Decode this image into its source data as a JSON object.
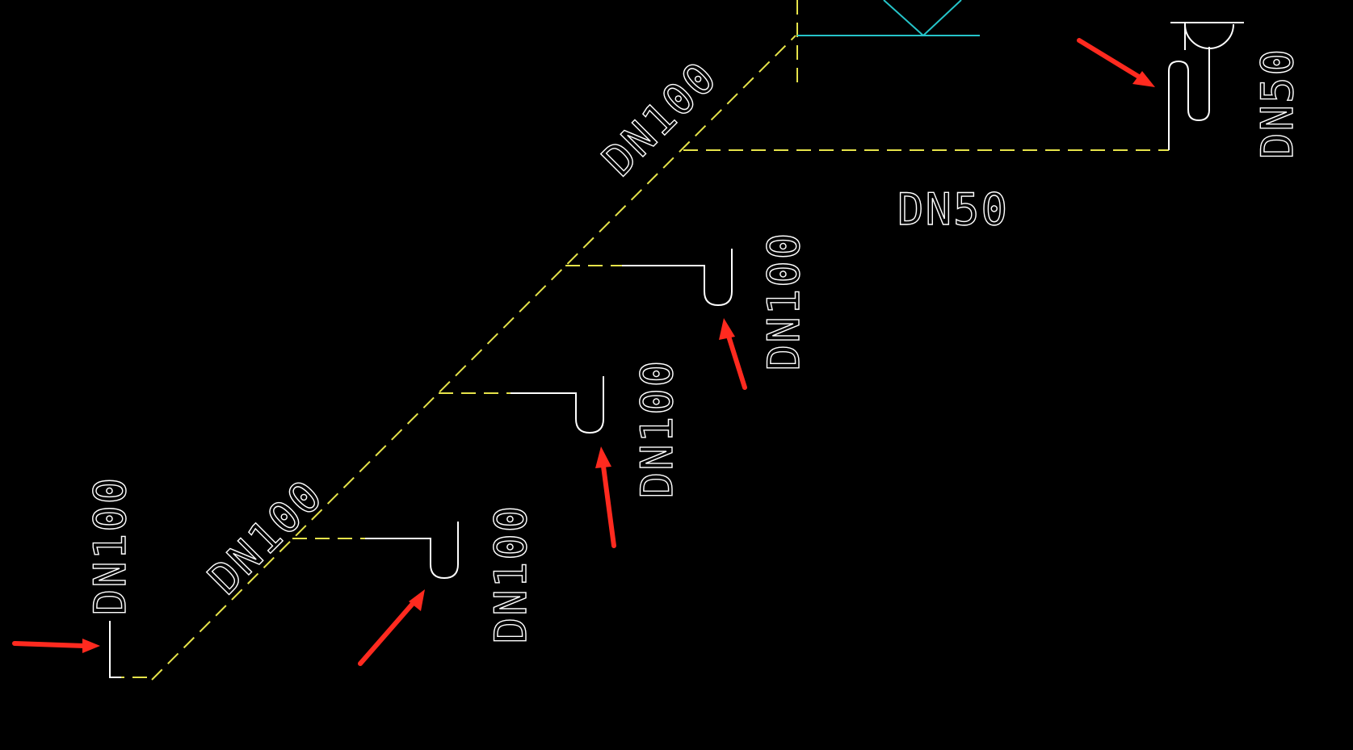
{
  "colors": {
    "background": "#000000",
    "pipe": "#e6e34a",
    "fixture": "#ffffff",
    "cyan": "#25c4c9",
    "label": "#ffffff",
    "arrow": "#ff2a1f"
  },
  "labels": {
    "main_upper": "DN100",
    "main_lower": "DN100",
    "branch_top_horizontal": "DN50",
    "branch_top_vertical": "DN50",
    "trap_1": "DN100",
    "trap_2": "DN100",
    "trap_3": "DN100",
    "outlet_left": "DN100"
  }
}
